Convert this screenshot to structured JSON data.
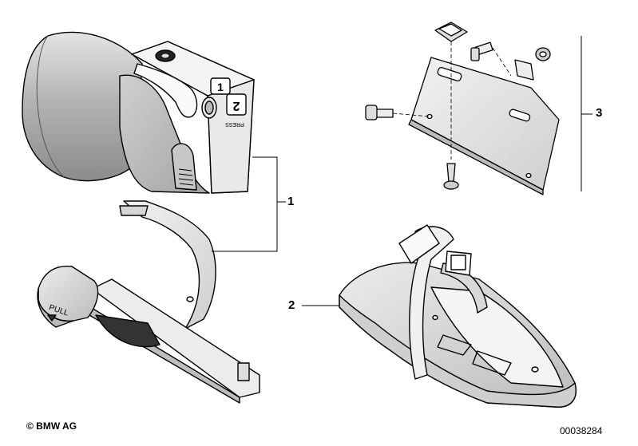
{
  "callouts": {
    "part1": "1",
    "part2": "2",
    "part3": "3"
  },
  "housing_labels": {
    "button1": "1",
    "button2": "2",
    "press": "PRESS"
  },
  "clip_label": "PULL",
  "copyright": "© BMW AG",
  "doc_number": "00038284",
  "colors": {
    "outline": "#000000",
    "shade_light": "#dcdcdc",
    "shade_mid": "#bdbdbd",
    "shade_dark": "#8f8f8f",
    "background": "#ffffff"
  }
}
